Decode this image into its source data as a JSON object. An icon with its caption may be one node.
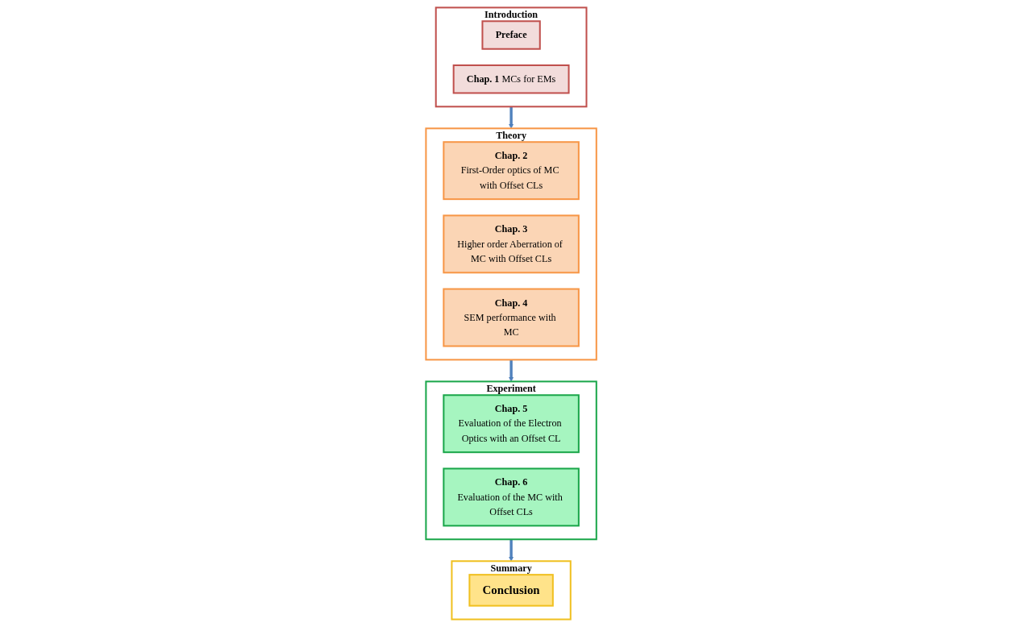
{
  "diagram": {
    "nodes": [
      {
        "text": [
          "Introduction"
        ]
      },
      {
        "text": [
          "Preface"
        ],
        "in": 0
      },
      {
        "text": [
          "**Chap. 1** MCs for EMs"
        ],
        "in": 0
      },
      {
        "text": [
          "Theory"
        ]
      },
      {
        "text": [
          "Chap. 2",
          "First-Order optics of MC with Offset CLs"
        ],
        "in": 3
      },
      {
        "text": [
          "Chap. 3",
          "Higher order Aberration of MC with Offset CLs"
        ],
        "in": 3
      },
      {
        "text": [
          "Chap. 4",
          "SEM performance with MC"
        ],
        "in": 3
      },
      {
        "text": [
          "Experiment"
        ]
      },
      {
        "text": [
          "Chap. 5",
          "Evaluation of the Electron Optics with an Offset CL"
        ],
        "in": 7
      },
      {
        "text": [
          "Chap. 6",
          "Evaluation of the MC with Offset CLs"
        ],
        "in": 7
      },
      {
        "text": [
          "Summary"
        ]
      },
      {
        "text": [
          "Conclusion"
        ],
        "in": 10
      }
    ],
    "edges": [
      {
        "from": 0,
        "to": 3,
        "arrow": "to"
      },
      {
        "from": 3,
        "to": 7,
        "arrow": "to"
      },
      {
        "from": 7,
        "to": 10,
        "arrow": "to"
      }
    ]
  }
}
